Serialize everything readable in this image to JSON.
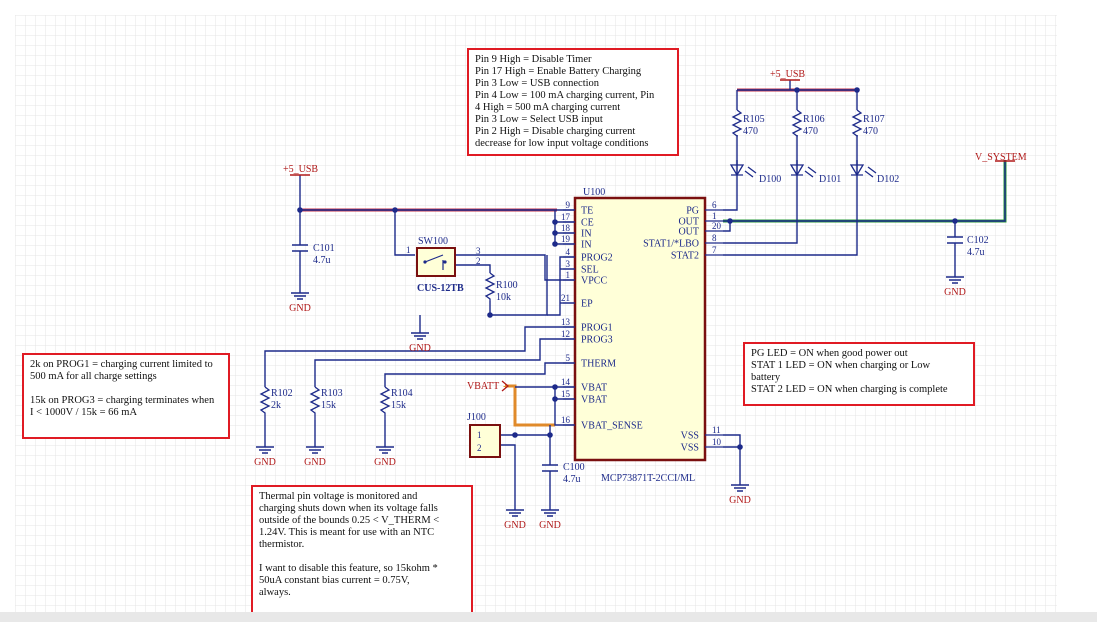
{
  "colors": {
    "grid": "#e4e4e4",
    "wire": "#1d2a8a",
    "net_highlight": "#c0304a",
    "net_green": "#2a9a3a",
    "net_orange": "#e08a2a",
    "component": "#7a1010",
    "ic_fill": "#ffffd8",
    "note_border": "#e01b24",
    "power_label": "#b01818"
  },
  "power": {
    "usb_left": "+5_USB",
    "usb_top": "+5_USB",
    "v_system": "V_SYSTEM",
    "vbatt": "VBATT",
    "gnd": "GND"
  },
  "ic": {
    "ref": "U100",
    "part": "MCP73871T-2CCI/ML",
    "left_pins": [
      {
        "num": "9",
        "name": "TE"
      },
      {
        "num": "17",
        "name": "CE"
      },
      {
        "num": "18",
        "name": "IN"
      },
      {
        "num": "19",
        "name": "IN"
      },
      {
        "num": "4",
        "name": "PROG2"
      },
      {
        "num": "3",
        "name": "SEL"
      },
      {
        "num": "1",
        "name": "VPCC"
      },
      {
        "num": "21",
        "name": "EP"
      },
      {
        "num": "13",
        "name": "PROG1"
      },
      {
        "num": "12",
        "name": "PROG3"
      },
      {
        "num": "5",
        "name": "THERM"
      },
      {
        "num": "14",
        "name": "VBAT"
      },
      {
        "num": "15",
        "name": "VBAT"
      },
      {
        "num": "16",
        "name": "VBAT_SENSE"
      }
    ],
    "right_pins": [
      {
        "num": "6",
        "name": "PG"
      },
      {
        "num": "1",
        "name": "OUT"
      },
      {
        "num": "20",
        "name": "OUT"
      },
      {
        "num": "8",
        "name": "STAT1/*LBO"
      },
      {
        "num": "7",
        "name": "STAT2"
      },
      {
        "num": "11",
        "name": "VSS"
      },
      {
        "num": "10",
        "name": "VSS"
      }
    ]
  },
  "components": {
    "c101": {
      "ref": "C101",
      "value": "4.7u"
    },
    "c102": {
      "ref": "C102",
      "value": "4.7u"
    },
    "c100": {
      "ref": "C100",
      "value": "4.7u"
    },
    "sw100": {
      "ref": "SW100",
      "part": "CUS-12TB",
      "pins": [
        "1",
        "2",
        "3"
      ]
    },
    "r100": {
      "ref": "R100",
      "value": "10k"
    },
    "r102": {
      "ref": "R102",
      "value": "2k"
    },
    "r103": {
      "ref": "R103",
      "value": "15k"
    },
    "r104": {
      "ref": "R104",
      "value": "15k"
    },
    "r105": {
      "ref": "R105",
      "value": "470"
    },
    "r106": {
      "ref": "R106",
      "value": "470"
    },
    "r107": {
      "ref": "R107",
      "value": "470"
    },
    "d100": {
      "ref": "D100"
    },
    "d101": {
      "ref": "D101"
    },
    "d102": {
      "ref": "D102"
    },
    "j100": {
      "ref": "J100",
      "pins": [
        "1",
        "2"
      ]
    }
  },
  "notes": {
    "pins": [
      "Pin 9 High = Disable Timer",
      "Pin 17 High = Enable Battery Charging",
      "Pin 3 Low = USB connection",
      "Pin 4 Low = 100 mA charging current, Pin",
      "4 High = 500 mA charging current",
      "Pin 3 Low = Select USB input",
      "Pin 2 High = Disable charging current",
      "decrease for low input voltage conditions"
    ],
    "prog": [
      "2k on PROG1 = charging current limited to",
      "500 mA for all charge settings",
      "",
      "15k on PROG3 = charging terminates when",
      "I < 1000V / 15k = 66 mA"
    ],
    "thermal": [
      "Thermal pin voltage is monitored and",
      "charging shuts down when its voltage falls",
      "outside of the bounds 0.25 < V_THERM <",
      "1.24V. This is meant for use with an NTC",
      "thermistor.",
      "",
      "I want to disable this feature, so 15kohm *",
      "50uA constant bias current = 0.75V,",
      "always."
    ],
    "led": [
      "PG LED = ON when good power out",
      "STAT 1 LED = ON when charging or Low",
      "battery",
      "STAT 2 LED = ON when charging is complete"
    ]
  }
}
